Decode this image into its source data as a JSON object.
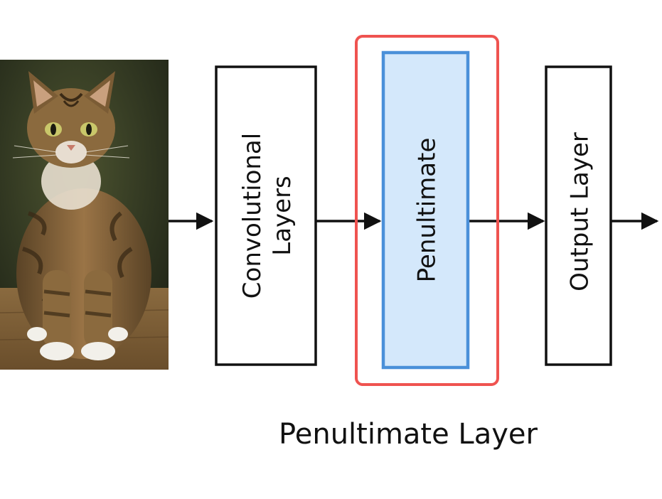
{
  "diagram": {
    "input": {
      "image_subject": "tabby cat"
    },
    "layers": [
      {
        "id": "conv",
        "lines": [
          "Convolutional",
          "Layers"
        ]
      },
      {
        "id": "penultimate",
        "lines": [
          "Penultimate"
        ]
      },
      {
        "id": "output",
        "lines": [
          "Output Layer"
        ]
      }
    ],
    "caption": "Penultimate Layer",
    "colors": {
      "stroke": "#111111",
      "highlight_outline": "#ef5350",
      "penultimate_fill": "#d4e8fb",
      "penultimate_border": "#4a90d9"
    }
  }
}
